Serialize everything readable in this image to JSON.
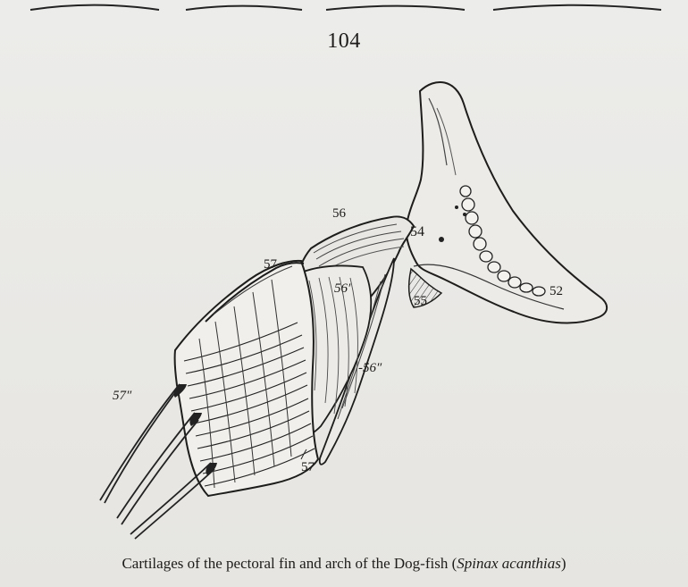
{
  "header": {
    "page_number": "104"
  },
  "figure": {
    "labels": {
      "label_56": "56",
      "label_54": "54",
      "label_57_top": "57",
      "label_56_prime": "56′",
      "label_52": "52",
      "label_55": "55",
      "label_56_double": "-56″",
      "label_57_double": "57″",
      "label_57_bottom": "57"
    }
  },
  "caption": {
    "text_main": "Cartilages of the pectoral fin and arch of the Dog-fish (",
    "text_italic": "Spinax acanthias",
    "text_end": ")"
  }
}
